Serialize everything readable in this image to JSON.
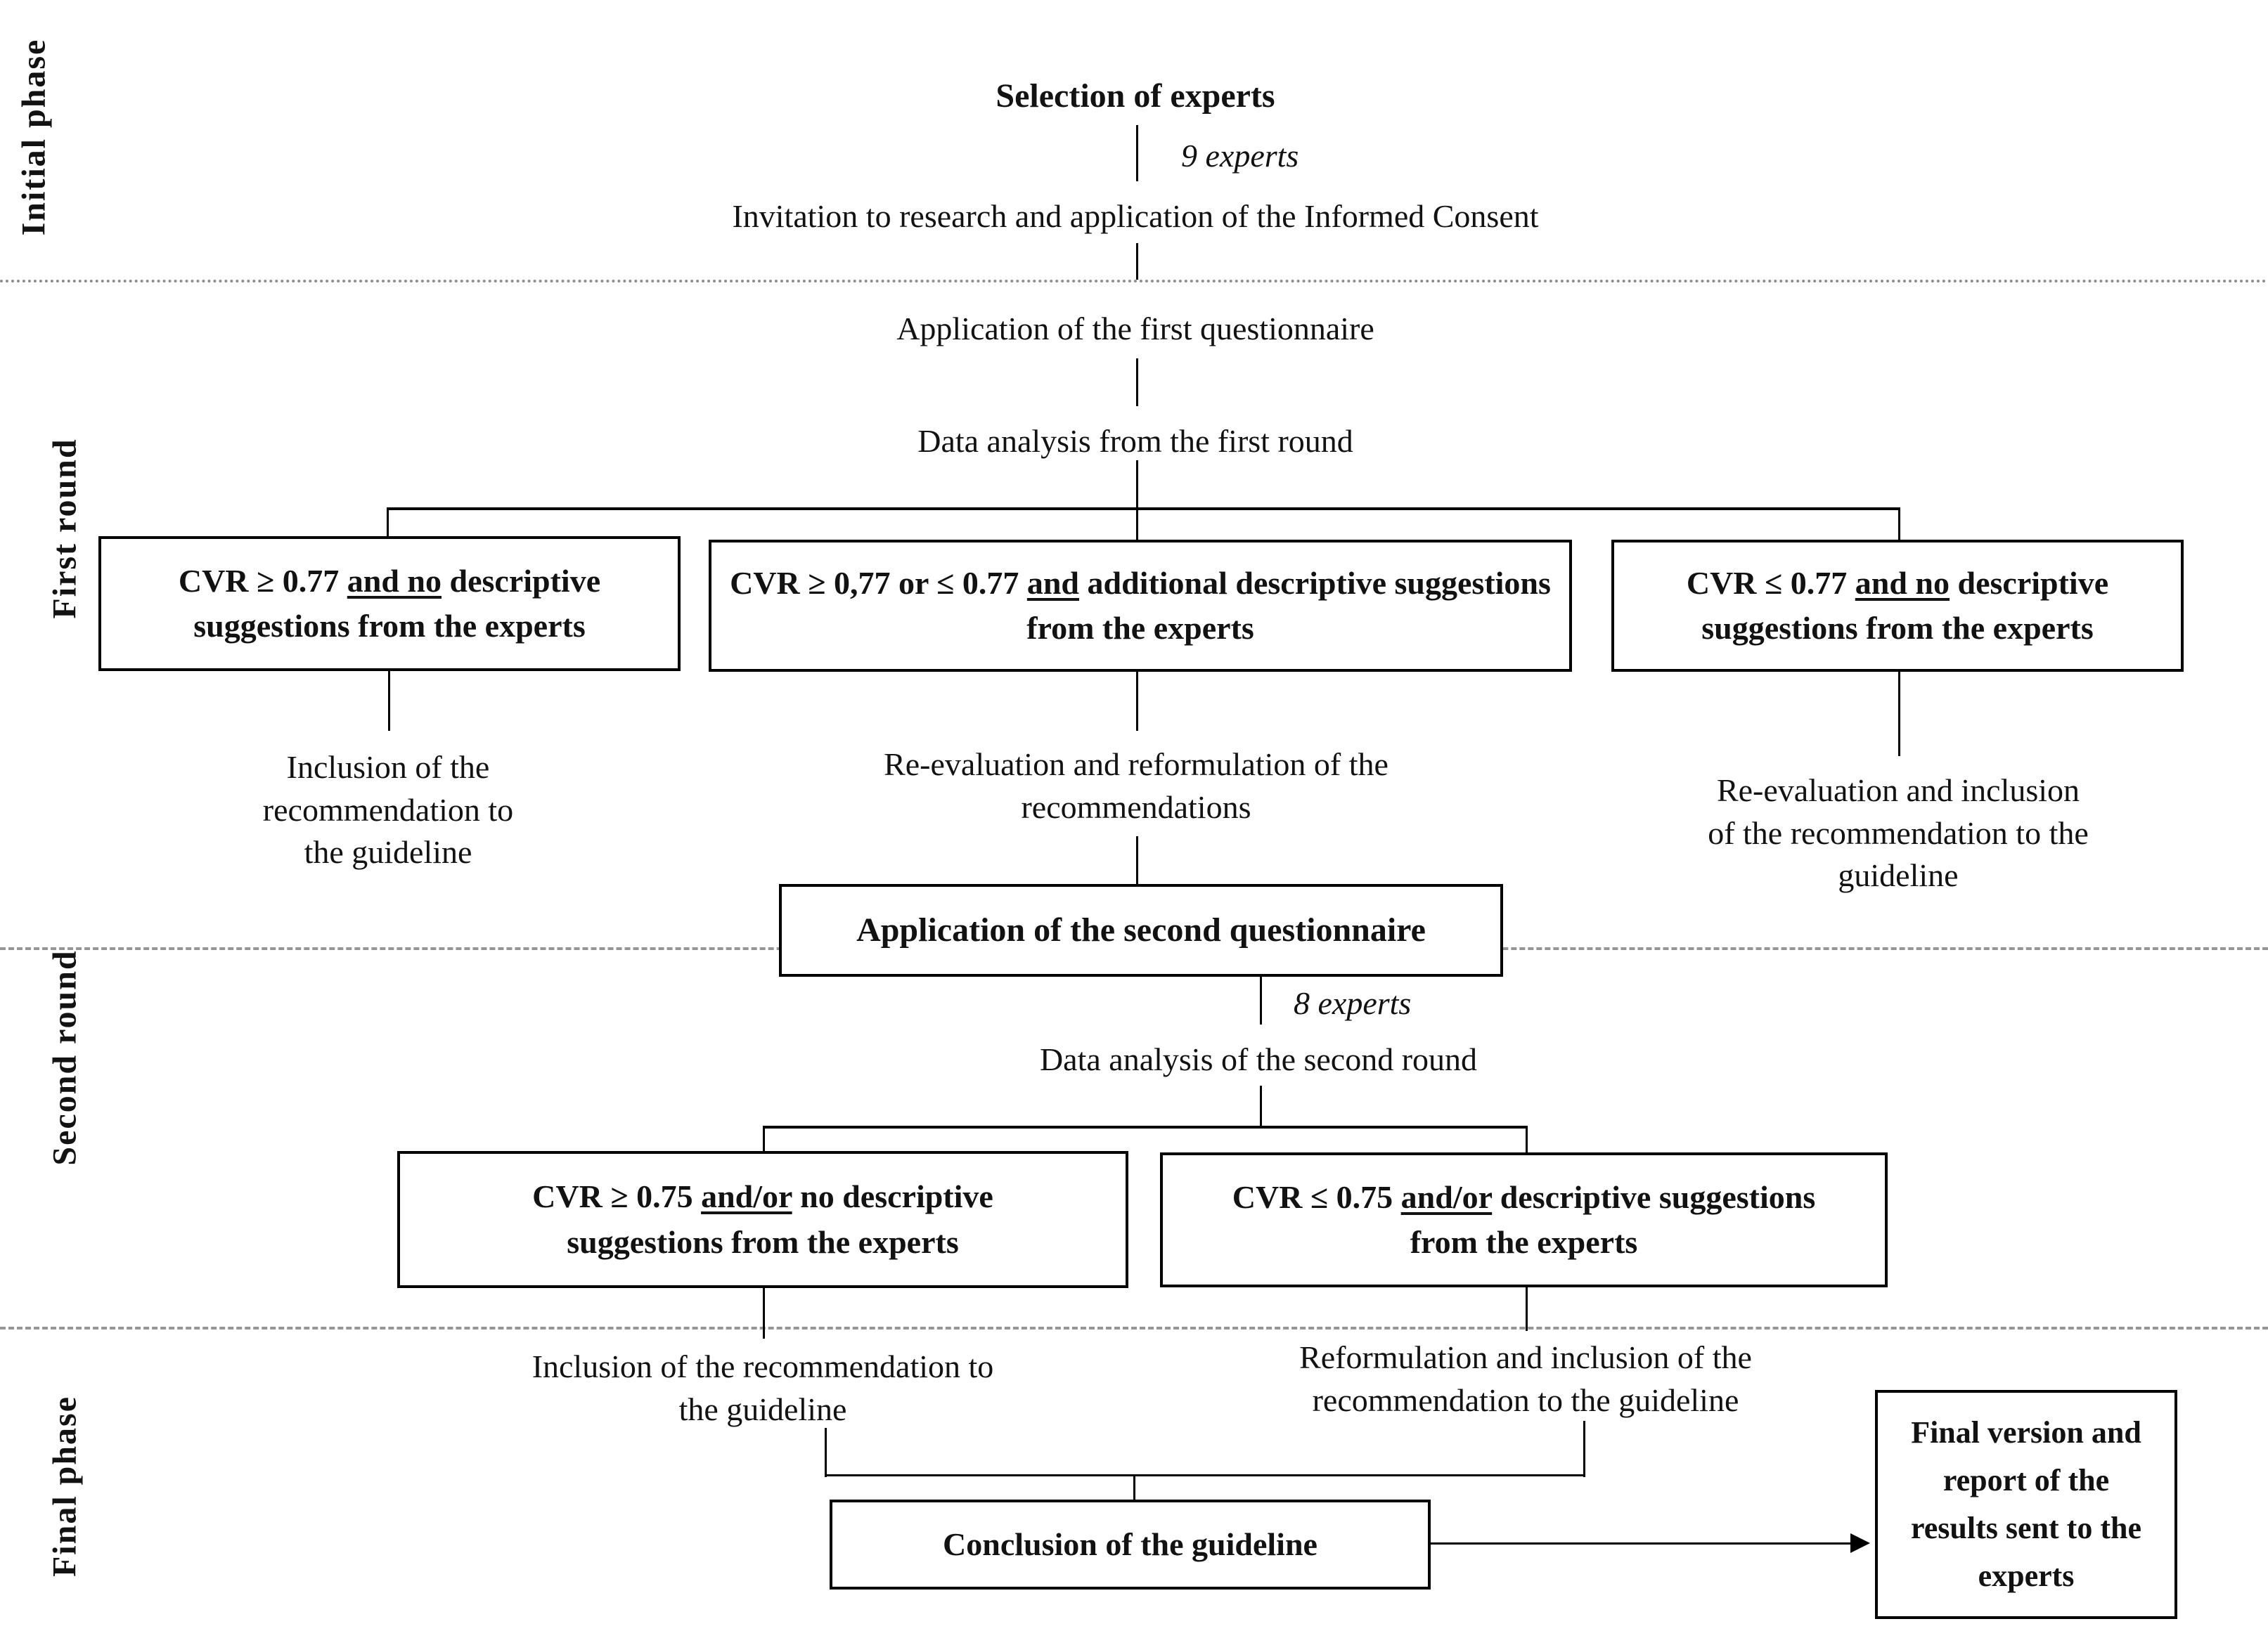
{
  "figure": {
    "phases": [
      {
        "label": "Initial phase"
      },
      {
        "label": "First round"
      },
      {
        "label": "Second round"
      },
      {
        "label": "Final phase"
      }
    ],
    "initial": {
      "selection": "Selection of experts",
      "experts_count": "9 experts",
      "invitation": "Invitation to research and application of the Informed Consent"
    },
    "round1": {
      "questionnaire": "Application of the first questionnaire",
      "analysis": "Data analysis from the first round",
      "boxes": [
        {
          "pre": "CVR ≥ 0.77 ",
          "underline": "and no",
          "post": " descriptive suggestions from the experts"
        },
        {
          "pre": "CVR ≥ 0,77 or ≤ 0.77 ",
          "underline": "and",
          "post": " additional descriptive suggestions from the experts"
        },
        {
          "pre": "CVR ≤ 0.77 ",
          "underline": "and no",
          "post": " descriptive suggestions from the experts"
        }
      ],
      "outcomes": [
        "Inclusion of the recommendation to the guideline",
        "Re-evaluation and reformulation of the recommendations",
        "Re-evaluation and inclusion of the recommendation to the guideline"
      ]
    },
    "round2": {
      "questionnaire": "Application of the second questionnaire",
      "experts_count": "8 experts",
      "analysis": "Data analysis of the second round",
      "boxes": [
        {
          "pre": "CVR ≥ 0.75 ",
          "underline": "and/or",
          "post": "  no descriptive suggestions from the experts"
        },
        {
          "pre": "CVR ≤ 0.75 ",
          "underline": "and/or",
          "post": " descriptive suggestions from the experts"
        }
      ],
      "outcomes": [
        "Inclusion of the recommendation to the guideline",
        "Reformulation and inclusion of the recommendation to the guideline"
      ]
    },
    "final": {
      "conclusion": "Conclusion of the guideline",
      "report_lines": [
        "Final version and",
        "report of the",
        "results sent to the",
        "experts"
      ]
    }
  }
}
